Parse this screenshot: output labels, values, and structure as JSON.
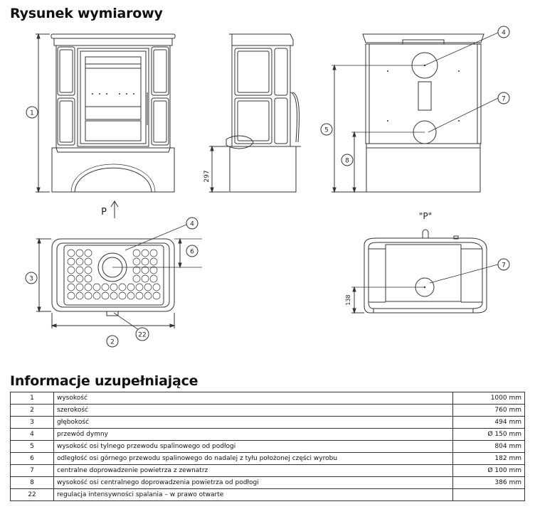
{
  "titles": {
    "drawing": "Rysunek wymiarowy",
    "info": "Informacje uzupełniające"
  },
  "drawing": {
    "dim_297": "297",
    "dim_138": "138",
    "view_arrow_label": "P",
    "view_label": "\"P\"",
    "callouts": [
      "1",
      "2",
      "3",
      "4",
      "5",
      "6",
      "7",
      "8",
      "22"
    ]
  },
  "table": {
    "rows": [
      {
        "num": "1",
        "label": "wysokość",
        "value": "1000 mm"
      },
      {
        "num": "2",
        "label": "szerokość",
        "value": "760 mm"
      },
      {
        "num": "3",
        "label": "głębokość",
        "value": "494 mm"
      },
      {
        "num": "4",
        "label": "przewód dymny",
        "value": "Ø 150 mm"
      },
      {
        "num": "5",
        "label": "wysokość osi tylnego przewodu spalinowego od podłogi",
        "value": "804 mm"
      },
      {
        "num": "6",
        "label": "odległość osi górnego przewodu spalinowego do nadalej z tyłu położonej części wyrobu",
        "value": "182 mm"
      },
      {
        "num": "7",
        "label": "centralne doprowadzenie powietrza z zewnatrz",
        "value": "Ø 100 mm"
      },
      {
        "num": "8",
        "label": "wysokość osi centralnego doprowadzenia powietrza od podłogi",
        "value": "386 mm"
      },
      {
        "num": "22",
        "label": "regulacja intensywności spalania – w prawo otwarte",
        "value": ""
      }
    ]
  }
}
